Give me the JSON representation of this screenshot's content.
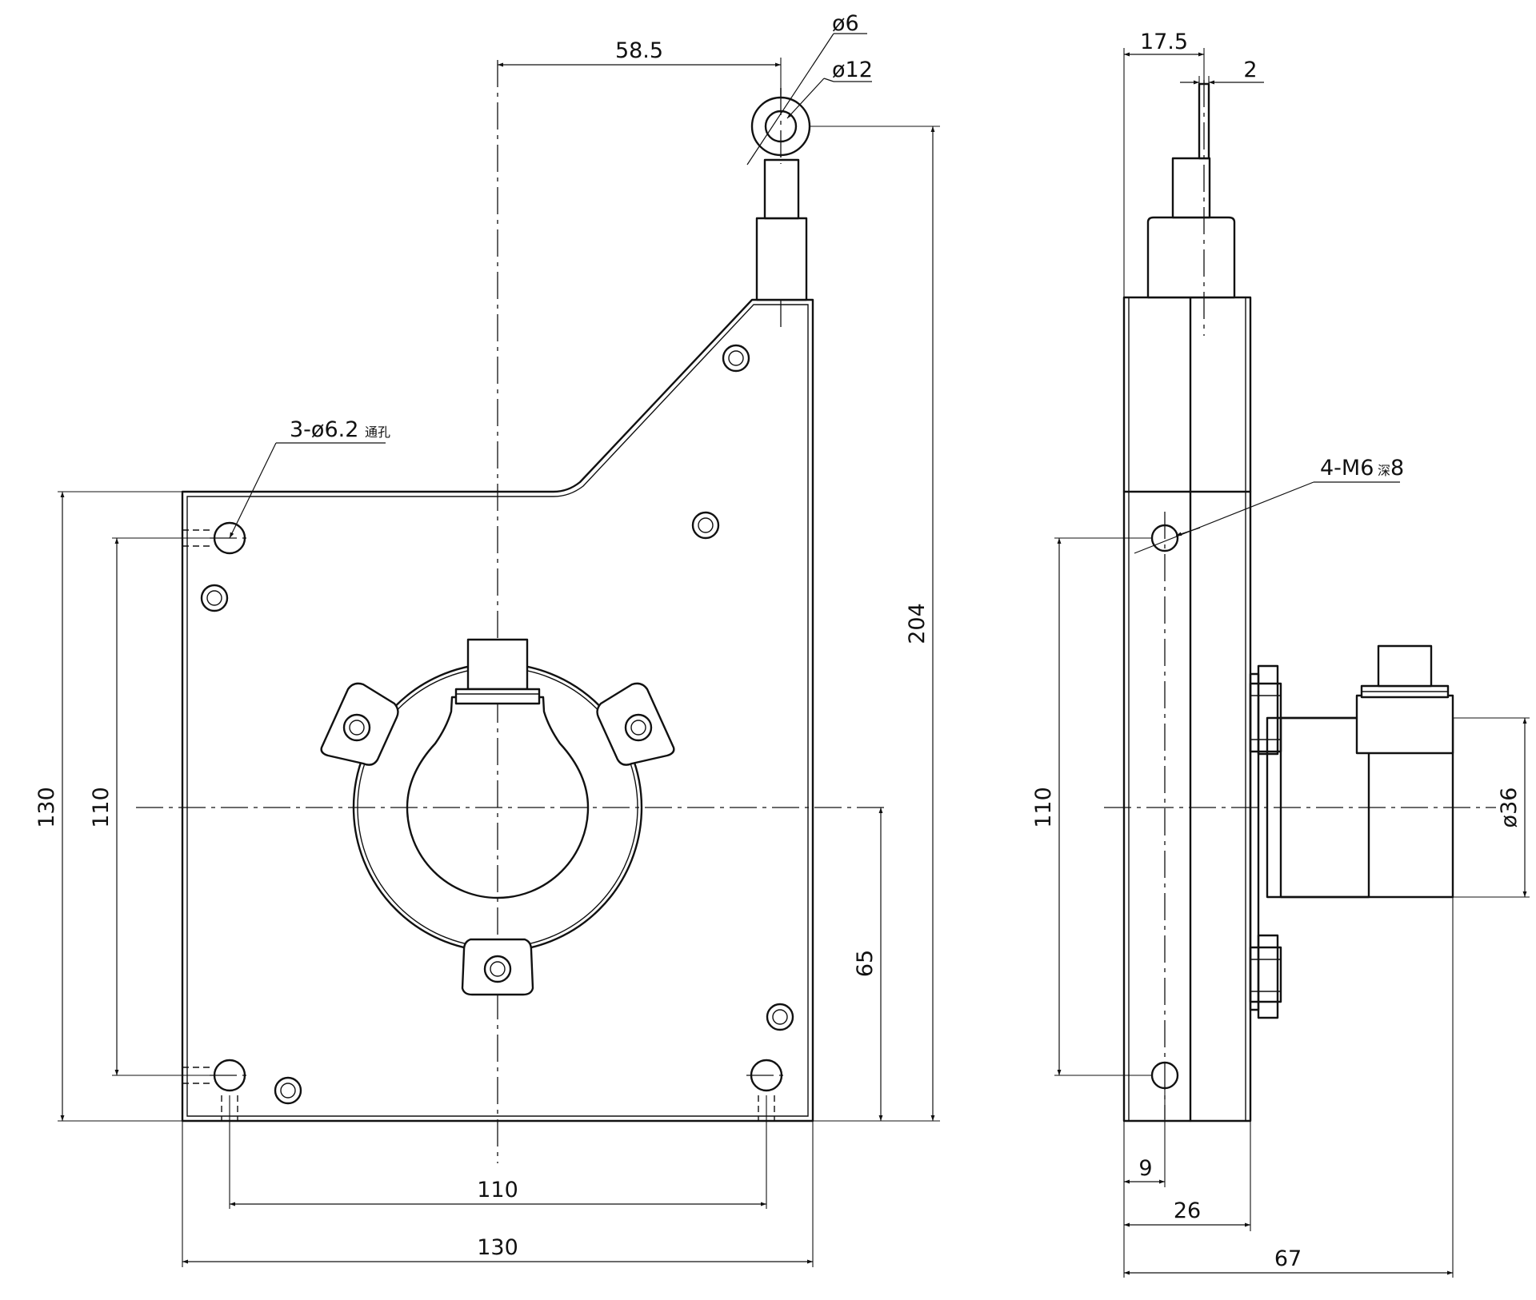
{
  "front_view": {
    "dims": {
      "top_offset": "58.5",
      "hole_inner_dia": "ø6",
      "hole_outer_dia": "ø12",
      "total_height": "204",
      "left_height": "130",
      "hole_spacing_v": "110",
      "center_height": "65",
      "hole_spacing_h": "110",
      "total_width": "130"
    },
    "holes_note": {
      "main": "3-ø6.2",
      "suffix": "通孔"
    }
  },
  "side_view": {
    "dims": {
      "top_width": "17.5",
      "cable_width": "2",
      "hole_spacing_v": "110",
      "encoder_dia": "ø36",
      "hole_offset": "9",
      "body_depth": "26",
      "total_depth": "67"
    },
    "thread_note": {
      "main": "4-M6",
      "depth_mark": "深",
      "depth": "8"
    }
  }
}
